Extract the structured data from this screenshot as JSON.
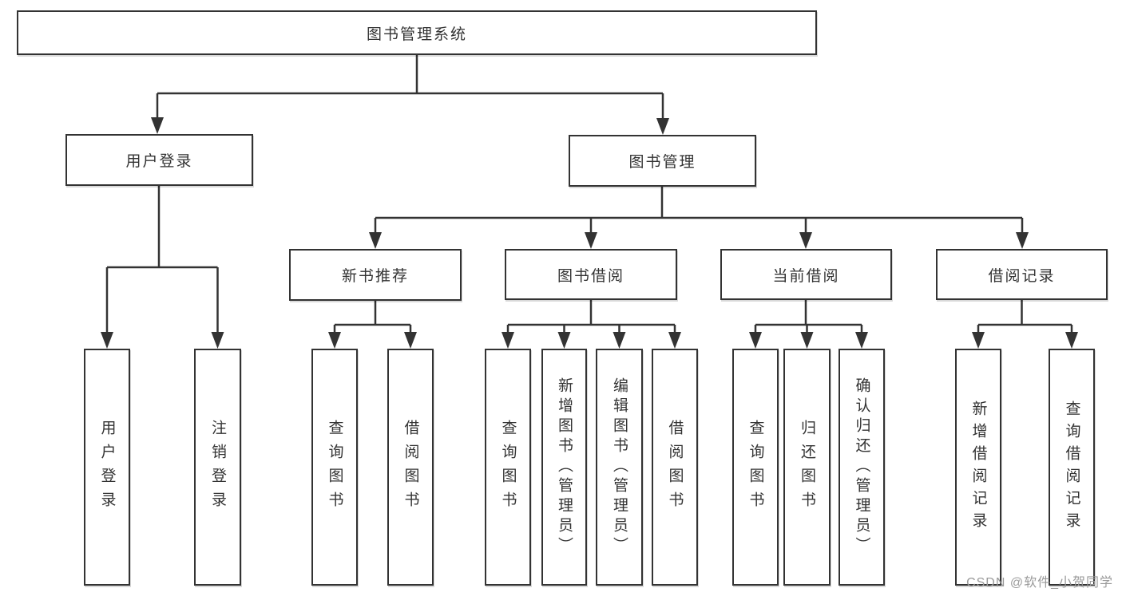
{
  "diagram": {
    "root": {
      "label": "图书管理系统"
    },
    "level2": [
      {
        "label": "用户登录"
      },
      {
        "label": "图书管理"
      }
    ],
    "level3": [
      {
        "label": "新书推荐"
      },
      {
        "label": "图书借阅"
      },
      {
        "label": "当前借阅"
      },
      {
        "label": "借阅记录"
      }
    ],
    "leaves": [
      {
        "label": "用户登录"
      },
      {
        "label": "注销登录"
      },
      {
        "label": "查询图书"
      },
      {
        "label": "借阅图书"
      },
      {
        "label": "查询图书"
      },
      {
        "label": "新增图书（管理员）"
      },
      {
        "label": "编辑图书（管理员）"
      },
      {
        "label": "借阅图书"
      },
      {
        "label": "查询图书"
      },
      {
        "label": "归还图书"
      },
      {
        "label": "确认归还（管理员）"
      },
      {
        "label": "新增借阅记录"
      },
      {
        "label": "查询借阅记录"
      }
    ]
  },
  "watermark": {
    "text": "CSDN @软件_小贺同学"
  },
  "colors": {
    "line": "#333333",
    "text": "#333333",
    "watermark": "#9a9a9a",
    "background": "#ffffff"
  }
}
